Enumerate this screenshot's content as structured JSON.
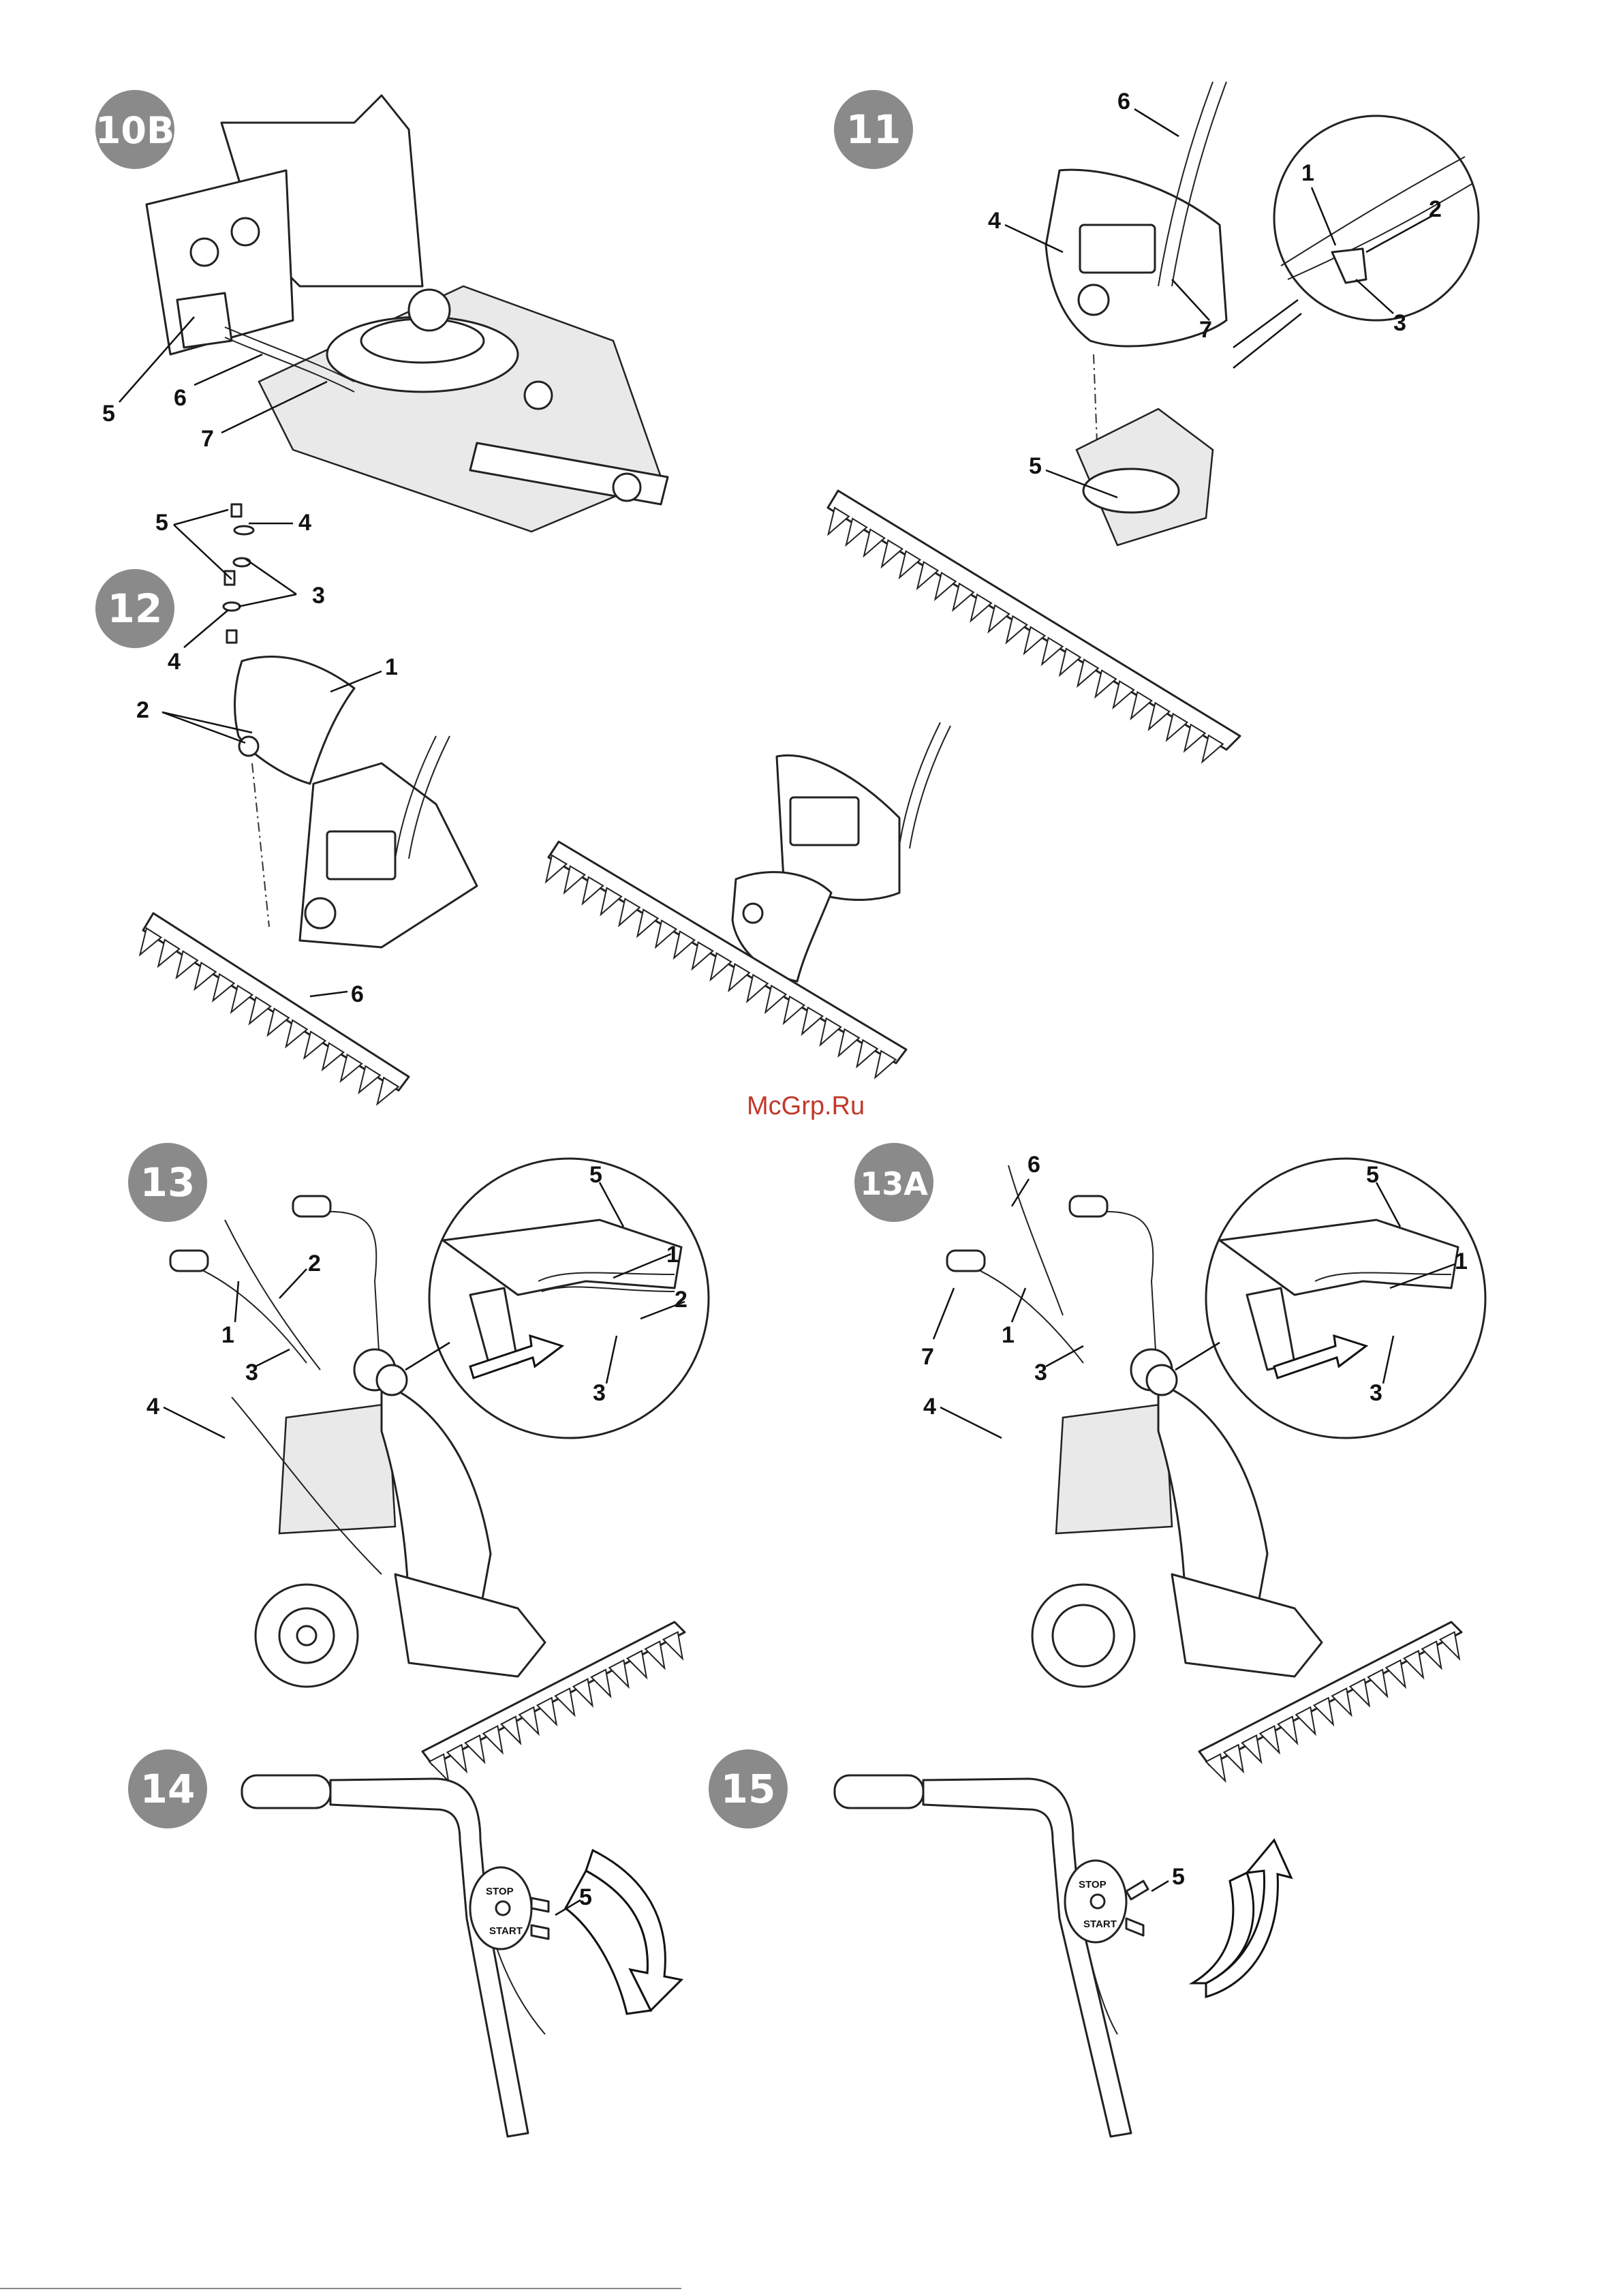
{
  "watermark": "McGrp.Ru",
  "colors": {
    "badge": "#8a8a8a",
    "watermark": "#c0392b",
    "line": "#222222"
  },
  "figures": [
    {
      "id": "10B",
      "callouts": [
        "5",
        "6",
        "7"
      ]
    },
    {
      "id": "11",
      "callouts": [
        "6",
        "4",
        "7",
        "1",
        "2",
        "3",
        "5"
      ]
    },
    {
      "id": "12",
      "callouts": [
        "5",
        "4",
        "3",
        "4",
        "1",
        "2",
        "6"
      ]
    },
    {
      "id": "13",
      "callouts": [
        "2",
        "1",
        "3",
        "4",
        "5",
        "1",
        "2",
        "3"
      ]
    },
    {
      "id": "13A",
      "callouts": [
        "6",
        "7",
        "1",
        "3",
        "4",
        "5",
        "1",
        "3"
      ]
    },
    {
      "id": "14",
      "callouts": [
        "5"
      ],
      "switch": {
        "stop": "STOP",
        "start": "START"
      }
    },
    {
      "id": "15",
      "callouts": [
        "5"
      ],
      "switch": {
        "stop": "STOP",
        "start": "START"
      }
    }
  ]
}
